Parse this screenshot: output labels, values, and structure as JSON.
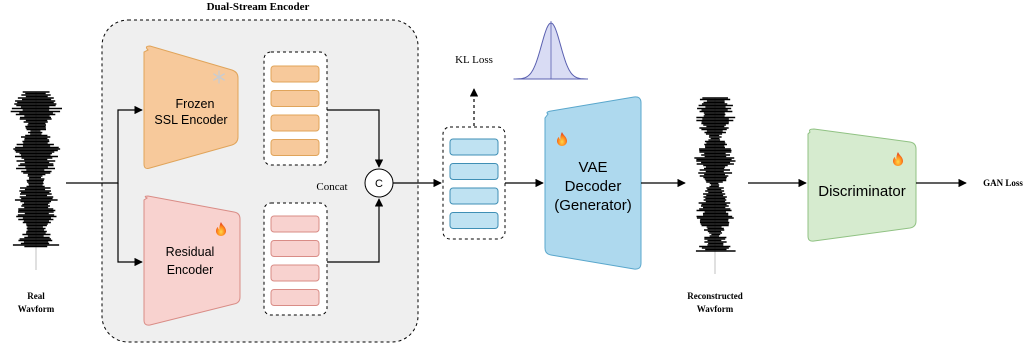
{
  "title": "Dual-Stream Encoder",
  "input_label": [
    "Real",
    "Wavform"
  ],
  "frozen_encoder": [
    "Frozen",
    "SSL Encoder"
  ],
  "residual_encoder": [
    "Residual",
    "Encoder"
  ],
  "concat_label": "Concat",
  "concat_symbol": "C",
  "kl_loss": "KL Loss",
  "decoder": [
    "VAE",
    "Decoder",
    "(Generator)"
  ],
  "output_label": [
    "Reconstructed",
    "Wavform"
  ],
  "discriminator": "Discriminator",
  "gan_loss": "GAN Loss",
  "icons": {
    "frozen": "snowflake-icon",
    "trainable": "fire-icon"
  },
  "colors": {
    "frozen_fill": "#f7c99b",
    "frozen_stroke": "#e0a45a",
    "residual_fill": "#f8d2cf",
    "residual_stroke": "#d98c86",
    "latent_fill": "#bfe2f2",
    "latent_stroke": "#3f8fb5",
    "decoder_fill": "#aed9ee",
    "decoder_stroke": "#5aa7cc",
    "disc_fill": "#d6ebcf",
    "disc_stroke": "#90c283",
    "encoder_bg": "#efefef"
  }
}
